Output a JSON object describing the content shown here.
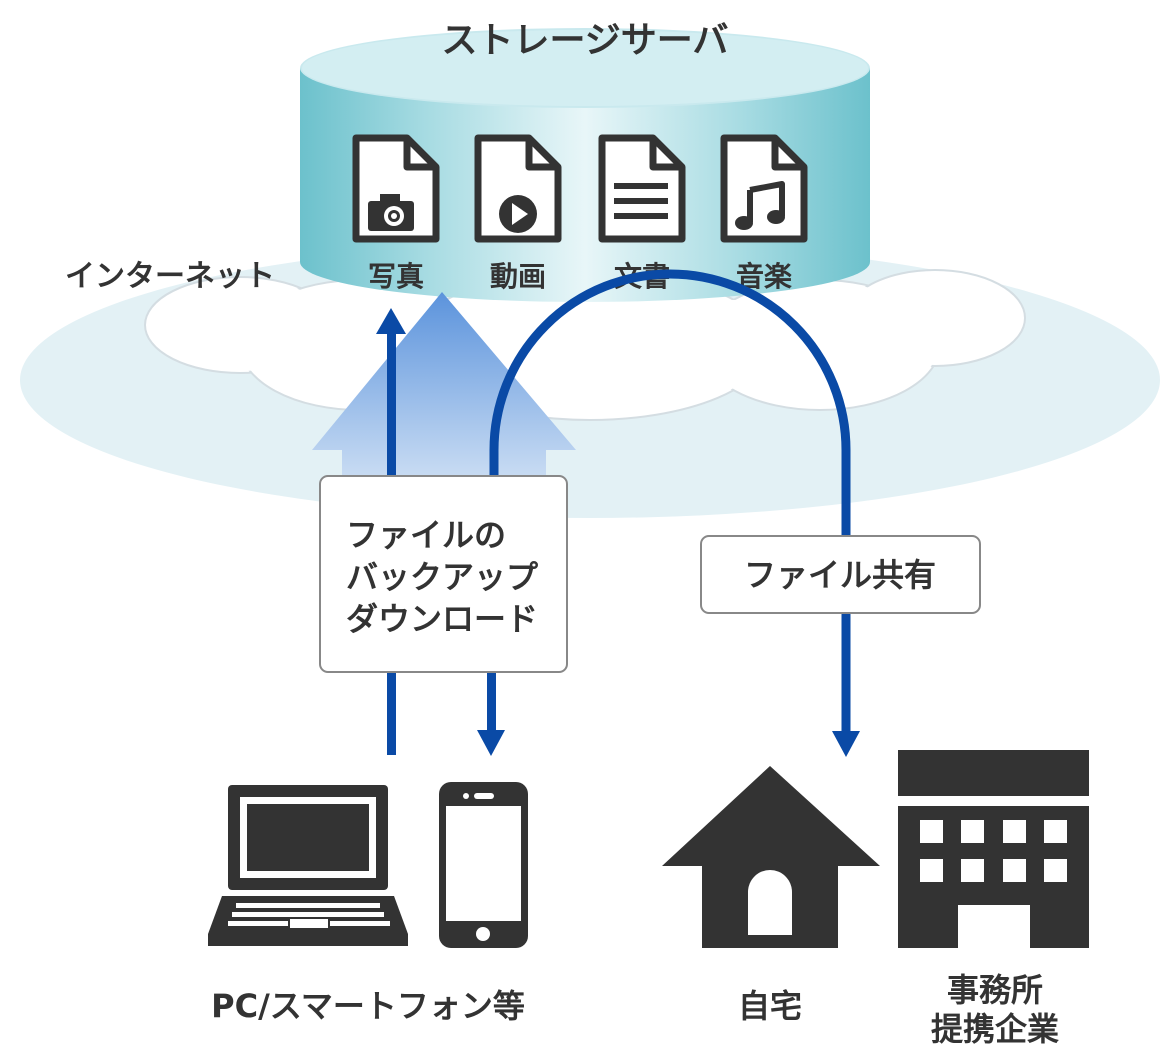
{
  "storage_server": {
    "title": "ストレージサーバ",
    "files": [
      {
        "icon": "photo-file-icon",
        "label": "写真"
      },
      {
        "icon": "video-file-icon",
        "label": "動画"
      },
      {
        "icon": "document-file-icon",
        "label": "文書"
      },
      {
        "icon": "music-file-icon",
        "label": "音楽"
      }
    ]
  },
  "internet_label": "インターネット",
  "backup_box": {
    "lines": [
      "ファイルの",
      "バックアップ",
      "ダウンロード"
    ]
  },
  "share_box": {
    "label": "ファイル共有"
  },
  "devices": {
    "pc_label": "PC/スマートフォン等",
    "home_label": "自宅",
    "office_label_lines": [
      "事務所",
      "提携企業"
    ]
  },
  "colors": {
    "arrow_blue": "#0a4aa6",
    "icon_dark": "#333333",
    "cloud_fill": "#e3f1f5",
    "cylinder_teal": "#6cc1cc",
    "box_border": "#888888"
  }
}
